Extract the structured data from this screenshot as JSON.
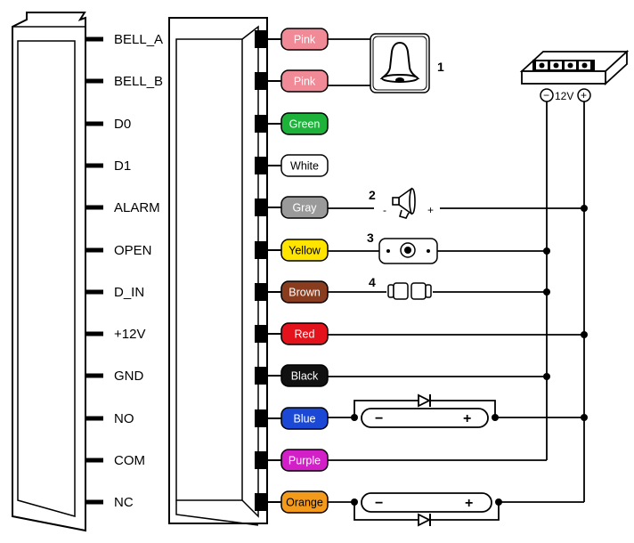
{
  "pins": [
    {
      "label": "BELL_A",
      "wire": "Pink",
      "color": "#f08a96",
      "text_color": "#ffffff"
    },
    {
      "label": "BELL_B",
      "wire": "Pink",
      "color": "#f08a96",
      "text_color": "#ffffff"
    },
    {
      "label": "D0",
      "wire": "Green",
      "color": "#1db23a",
      "text_color": "#ffffff"
    },
    {
      "label": "D1",
      "wire": "White",
      "color": "#ffffff",
      "text_color": "#000000"
    },
    {
      "label": "ALARM",
      "wire": "Gray",
      "color": "#9a9a9a",
      "text_color": "#ffffff"
    },
    {
      "label": "OPEN",
      "wire": "Yellow",
      "color": "#ffe400",
      "text_color": "#000000"
    },
    {
      "label": "D_IN",
      "wire": "Brown",
      "color": "#8a3c1e",
      "text_color": "#ffffff"
    },
    {
      "label": "+12V",
      "wire": "Red",
      "color": "#e3121b",
      "text_color": "#ffffff"
    },
    {
      "label": "GND",
      "wire": "Black",
      "color": "#111111",
      "text_color": "#ffffff"
    },
    {
      "label": "NO",
      "wire": "Blue",
      "color": "#1b49d6",
      "text_color": "#ffffff"
    },
    {
      "label": "COM",
      "wire": "Purple",
      "color": "#d21fc8",
      "text_color": "#ffffff"
    },
    {
      "label": "NC",
      "wire": "Orange",
      "color": "#f39a1a",
      "text_color": "#000000"
    }
  ],
  "callouts": {
    "bell": "1",
    "siren": "2",
    "exit_button": "3",
    "door_sensor": "4"
  },
  "power_supply": {
    "neg": "−",
    "voltage": "12V",
    "pos": "+"
  },
  "siren_polarity": {
    "neg": "-",
    "pos": "+"
  },
  "lock_polarity": {
    "neg": "−",
    "pos": "+"
  }
}
